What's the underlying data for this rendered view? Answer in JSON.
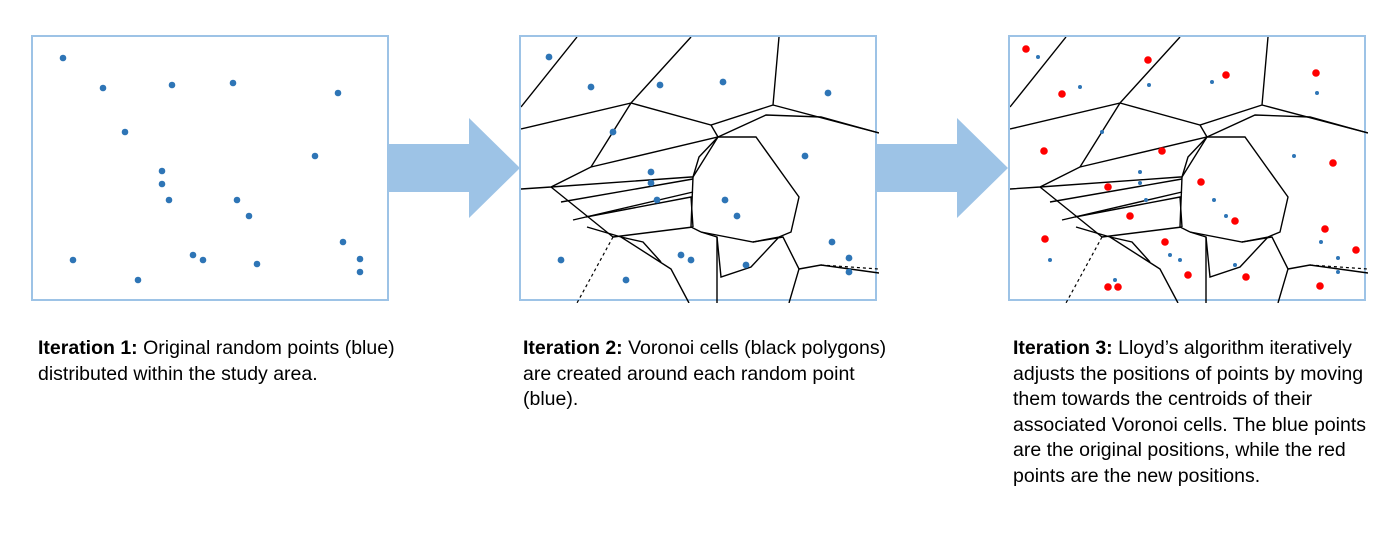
{
  "captions": [
    {
      "heading": "Iteration 1:",
      "text": " Original random points (blue) distributed within the study area."
    },
    {
      "heading": "Iteration 2:",
      "text": " Voronoi cells (black polygons) are created around each random point (blue)."
    },
    {
      "heading": "Iteration 3:",
      "text": " Lloyd’s algorithm iteratively adjusts the positions of points by moving them towards the centroids of their associated Voronoi cells. The blue points are the original positions, while the red points are the new positions."
    }
  ],
  "colors": {
    "panel_border": "#9dc3e6",
    "arrow": "#9dc3e6",
    "original_point": "#2e75b6",
    "new_point": "#ff0000",
    "cell_edge": "#000000"
  }
}
